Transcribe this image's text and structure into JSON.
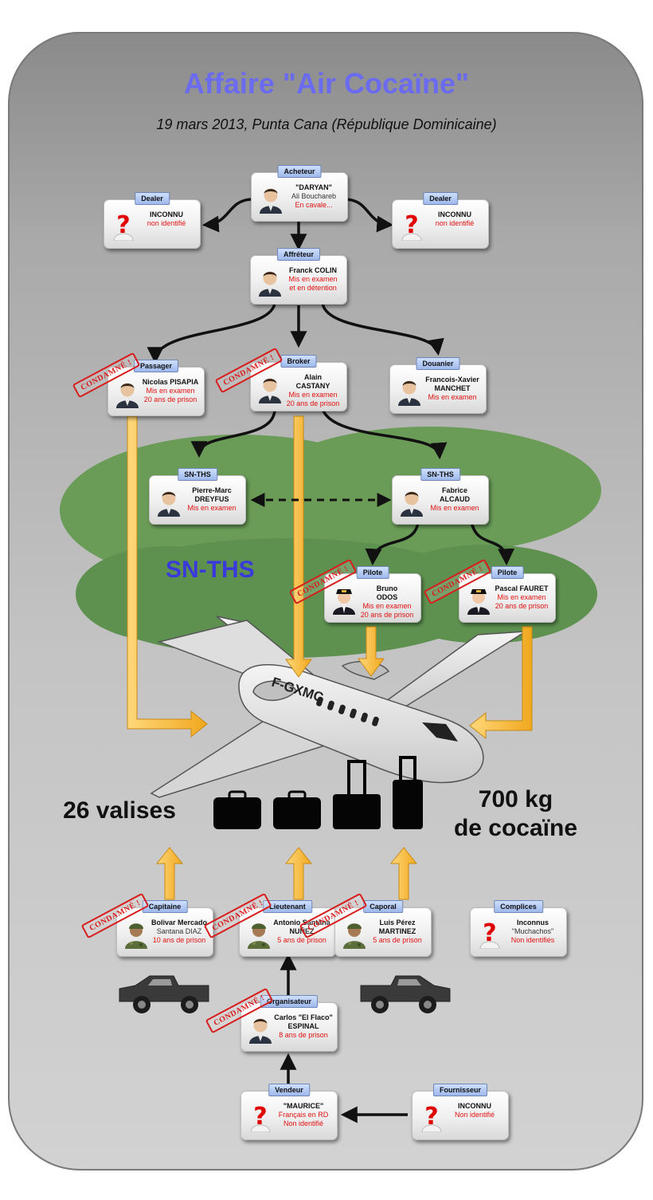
{
  "title": "Affaire \"Air Cocaïne\"",
  "subtitle": "19 mars 2013, Punta Cana (République Dominicaine)",
  "stamp_text": "CONDAMNÉ !",
  "cloud_label": "SN-THS",
  "plane_registration": "F-GXMC",
  "suitcases_label": "26 valises",
  "cocaine_line1": "700 kg",
  "cocaine_line2": "de cocaïne",
  "colors": {
    "title": "#6b6bf0",
    "red": "#e01010",
    "cloud": "#5f9a50",
    "arrow": "#f3b526"
  },
  "people": {
    "acheteur": {
      "role": "Acheteur",
      "l1": "\"DARYAN\"",
      "l2": "Ali Bouchareb",
      "l3": "En cavale...",
      "icon": "person-icon"
    },
    "dealer_left": {
      "role": "Dealer",
      "l1": "INCONNU",
      "l2": "non identifié",
      "icon": "question-icon"
    },
    "dealer_right": {
      "role": "Dealer",
      "l1": "INCONNU",
      "l2": "non identifié",
      "icon": "question-icon"
    },
    "affreteur": {
      "role": "Affréteur",
      "l1": "Franck COLIN",
      "l2": "Mis en examen",
      "l3": "et en détention",
      "icon": "person-icon"
    },
    "passager": {
      "role": "Passager",
      "l1": "Nicolas PISAPIA",
      "l2": "Mis en examen",
      "l3": "20 ans de prison",
      "icon": "person-icon"
    },
    "broker": {
      "role": "Broker",
      "l1": "Alain",
      "l2": "CASTANY",
      "l3": "Mis en examen",
      "l4": "20 ans de prison",
      "icon": "person-icon"
    },
    "douanier": {
      "role": "Douanier",
      "l1": "Francois-Xavier",
      "l2": "MANCHET",
      "l3": "Mis en examen",
      "icon": "person-icon"
    },
    "snths_left": {
      "role": "SN-THS",
      "l1": "Pierre-Marc",
      "l2": "DREYFUS",
      "l3": "Mis en examen",
      "icon": "person-icon"
    },
    "snths_right": {
      "role": "SN-THS",
      "l1": "Fabrice",
      "l2": "ALCAUD",
      "l3": "Mis en examen",
      "icon": "person-icon"
    },
    "pilote_left": {
      "role": "Pilote",
      "l1": "Bruno",
      "l2": "ODOS",
      "l3": "Mis en examen",
      "l4": "20 ans de prison",
      "icon": "pilot-icon"
    },
    "pilote_right": {
      "role": "Pilote",
      "l1": "Pascal FAURET",
      "l2": "Mis en examen",
      "l3": "20 ans de prison",
      "icon": "pilot-icon"
    },
    "capitaine": {
      "role": "Capitaine",
      "l1": "Bolivar Mercado",
      "l2": "Santana DIAZ",
      "l3": "10 ans de prison",
      "icon": "soldier-icon"
    },
    "lieutenant": {
      "role": "Lieutenant",
      "l1": "Antonio Santana",
      "l2": "NUÑEZ",
      "l3": "5 ans de prison",
      "icon": "soldier-icon"
    },
    "caporal": {
      "role": "Caporal",
      "l1": "Luis Pérez",
      "l2": "MARTINEZ",
      "l3": "5 ans de prison",
      "icon": "soldier-icon"
    },
    "complices": {
      "role": "Complices",
      "l1": "Inconnus",
      "l2": "\"Muchachos\"",
      "l3": "Non identifiés",
      "icon": "question-icon"
    },
    "organisateur": {
      "role": "Organisateur",
      "l1": "Carlos \"El Flaco\"",
      "l2": "ESPINAL",
      "l3": "8 ans de prison",
      "icon": "person-icon"
    },
    "vendeur": {
      "role": "Vendeur",
      "l1": "\"MAURICE\"",
      "l2": "Français en RD",
      "l3": "Non identifié",
      "icon": "question-icon"
    },
    "fournisseur": {
      "role": "Fournisseur",
      "l1": "INCONNU",
      "l2": "Non identifié",
      "icon": "question-icon"
    }
  }
}
